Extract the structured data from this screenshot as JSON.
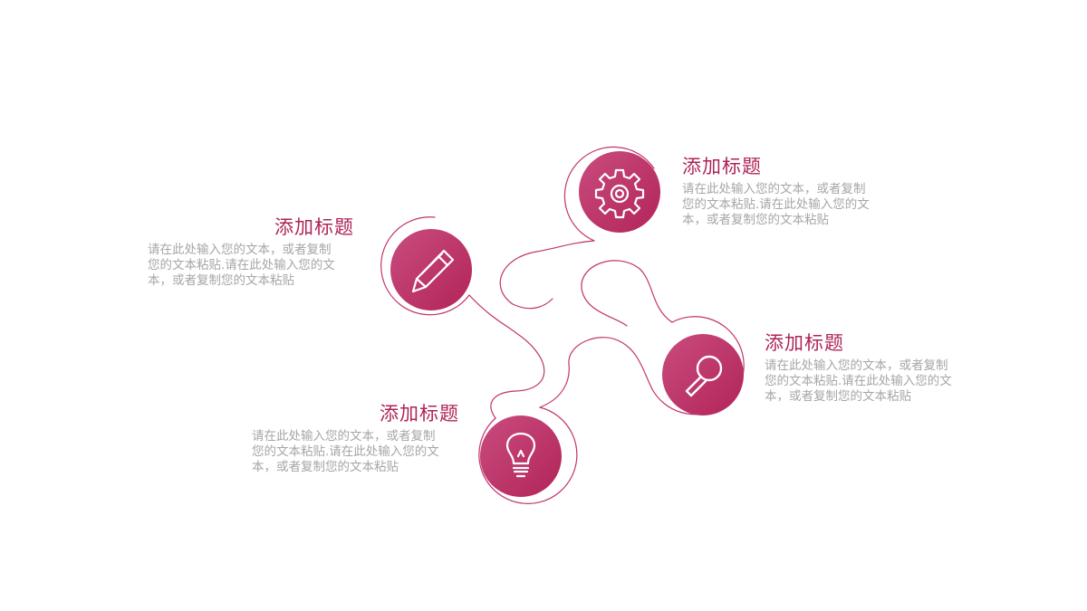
{
  "colors": {
    "accent": "#b72b5e",
    "accent_light": "#c94c7e",
    "outline": "#c1346b",
    "title": "#ae2458",
    "body": "#a6a6a6"
  },
  "items": [
    {
      "title": "添加标题",
      "body": [
        "请在此处输入您的文本，或者复制",
        "您的文本粘贴.请在此处输入您的文",
        "本，或者复制您的文本粘贴"
      ],
      "icon": "pencil-icon"
    },
    {
      "title": "添加标题",
      "body": [
        "请在此处输入您的文本，或者复制",
        "您的文本粘贴.请在此处输入您的文",
        "本，或者复制您的文本粘贴"
      ],
      "icon": "gear-icon"
    },
    {
      "title": "添加标题",
      "body": [
        "请在此处输入您的文本，或者复制",
        "您的文本粘贴.请在此处输入您的文",
        "本，或者复制您的文本粘贴"
      ],
      "icon": "magnifier-icon"
    },
    {
      "title": "添加标题",
      "body": [
        "请在此处输入您的文本，或者复制",
        "您的文本粘贴.请在此处输入您的文",
        "本，或者复制您的文本粘贴"
      ],
      "icon": "lightbulb-icon"
    }
  ]
}
